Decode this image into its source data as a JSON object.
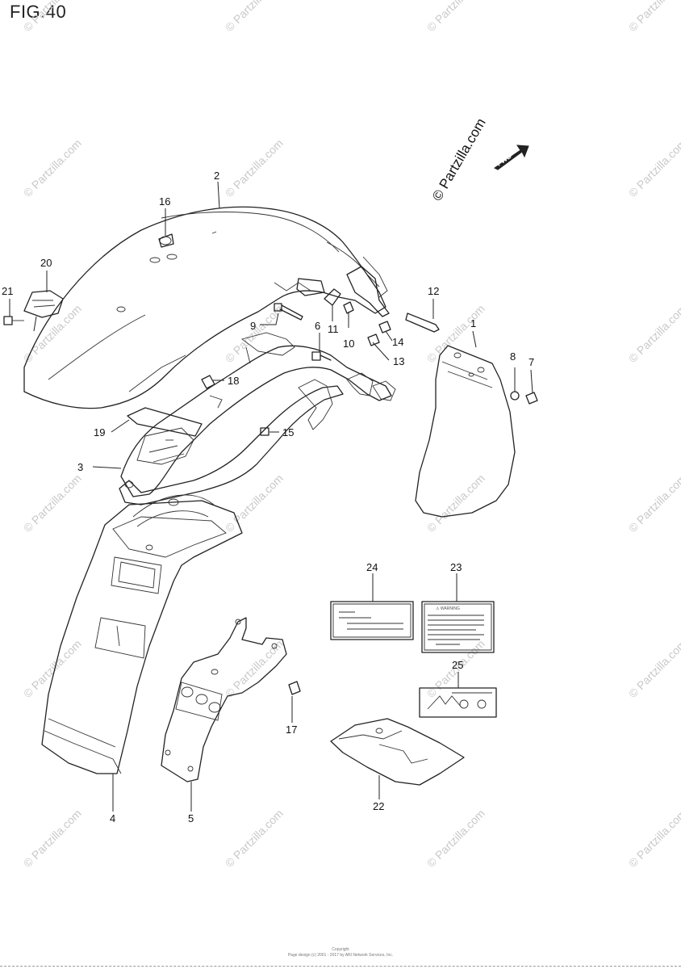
{
  "figure": {
    "title": "FIG.40"
  },
  "watermark": {
    "text": "© Partzilla.com",
    "brand": "© Partzilla.com"
  },
  "fwd_label": "FWD",
  "callouts": {
    "c1": "1",
    "c2": "2",
    "c3": "3",
    "c4": "4",
    "c5": "5",
    "c6": "6",
    "c7": "7",
    "c8": "8",
    "c9": "9",
    "c10": "10",
    "c11": "11",
    "c12": "12",
    "c13": "13",
    "c14": "14",
    "c15": "15",
    "c16": "16",
    "c17": "17",
    "c18": "18",
    "c19": "19",
    "c20": "20",
    "c21": "21",
    "c22": "22",
    "c23": "23",
    "c24": "24",
    "c25": "25"
  },
  "label_warning_title": "⚠ WARNING",
  "footer": {
    "line1": "Copyright",
    "line2": "Page design (c) 2001 - 2017 by ARI Network Services, Inc."
  },
  "colors": {
    "line": "#222222",
    "watermark": "#c9c9c9",
    "background": "#ffffff"
  }
}
